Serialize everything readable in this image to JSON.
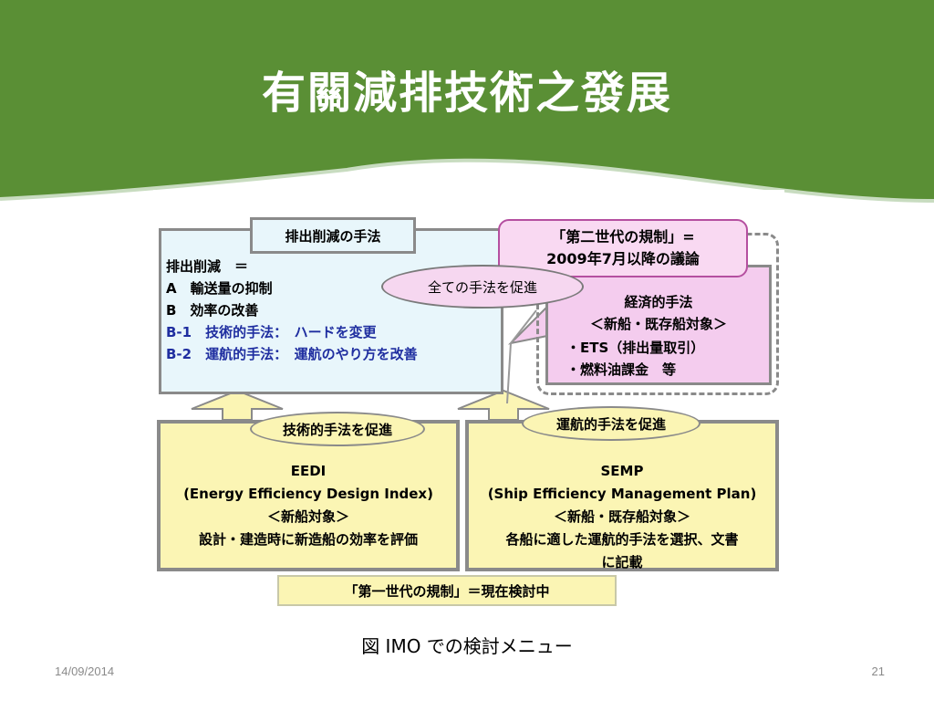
{
  "slide": {
    "title": "有關減排技術之發展",
    "date": "14/09/2014",
    "page_number": "21",
    "caption": "図 IMO での検討メニュー",
    "colors": {
      "header_green": "#5a8f35",
      "light_blue": "#e8f6fb",
      "pink": "#f4ccee",
      "yellow": "#fbf5b4"
    }
  },
  "diagram": {
    "methods_tab": "排出削減の手法",
    "methods_lines": [
      "排出削減　＝",
      "A　輸送量の抑制",
      "B　効率の改善",
      "B-1　技術的手法：　ハードを変更",
      "B-2　運航的手法：　運航のやり方を改善"
    ],
    "gen2_title": [
      "「第二世代の規制」=",
      "2009年7月以降の議論"
    ],
    "promote_all": "全ての手法を促進",
    "econ_head": [
      "経済的手法",
      "＜新船・既存船対象＞"
    ],
    "econ_bullets": [
      "・ETS（排出量取引）",
      "・燃料油課金　等"
    ],
    "tech_pill": "技術的手法を促進",
    "op_pill": "運航的手法を促進",
    "eedi_lines": [
      "EEDI",
      "(Energy Efficiency Design Index)",
      "＜新船対象＞",
      "設計・建造時に新造船の効率を評価"
    ],
    "semp_lines": [
      "SEMP",
      "(Ship Efficiency Management Plan)",
      "＜新船・既存船対象＞",
      "各船に適した運航的手法を選択、文書",
      "に記載"
    ],
    "gen1": "「第一世代の規制」＝現在検討中"
  }
}
